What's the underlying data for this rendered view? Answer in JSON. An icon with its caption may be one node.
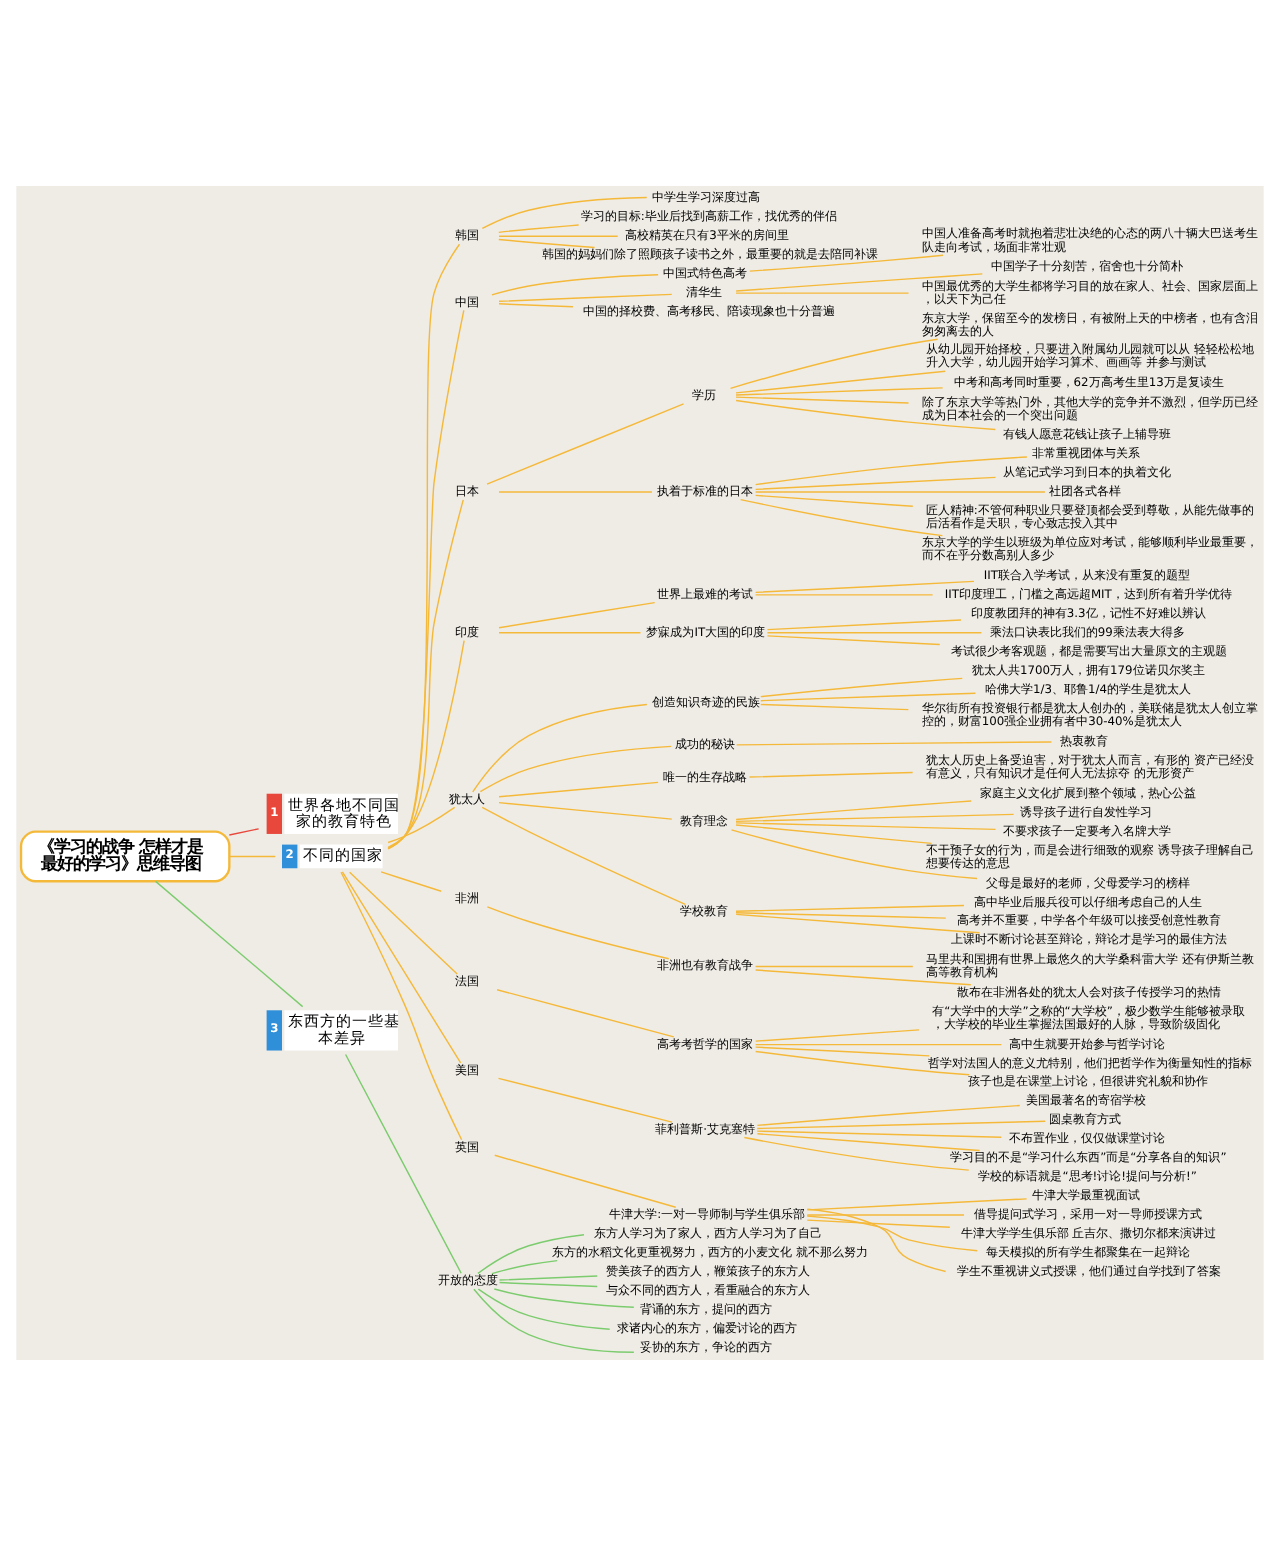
{
  "diagram": {
    "nodes": [
      {
        "text": [
          "《学习的战争 怎样才是最好的学习》思维导图"
        ]
      },
      {
        "text": [
          "1",
          "世界各地不同国家的教育特色"
        ]
      },
      {
        "text": [
          "2",
          "不同的国家"
        ]
      },
      {
        "text": [
          "韩国"
        ]
      },
      {
        "text": [
          "中学生学习深度过高"
        ]
      },
      {
        "text": [
          "学习的目标:毕业后找到高薪工作，找优秀的伴侣"
        ]
      },
      {
        "text": [
          "高校精英在只有3平米的房间里"
        ]
      },
      {
        "text": [
          "韩国的妈妈们除了照顾孩子读书之外，最重要的就是去陪同补课"
        ]
      },
      {
        "text": [
          "中国"
        ]
      },
      {
        "text": [
          "中国式特色高考"
        ]
      },
      {
        "text": [
          "中国人准备高考时就抱着悲壮决绝的心态的两八十辆大巴送考生队走向考试，场面非常壮观"
        ]
      },
      {
        "text": [
          "清华生"
        ]
      },
      {
        "text": [
          "中国学子十分刻苦，宿舍也十分简朴"
        ]
      },
      {
        "text": [
          "中国最优秀的大学生都将学习目的放在家人、社会、国家层面上，以天下为己任"
        ]
      },
      {
        "text": [
          "中国的择校费、高考移民、陪读现象也十分普遍"
        ]
      },
      {
        "text": [
          "日本"
        ]
      },
      {
        "text": [
          "学历"
        ]
      },
      {
        "text": [
          "东京大学，保留至今的发榜日，有被附上天的中榜者，也有含泪匆匆离去的人"
        ]
      },
      {
        "text": [
          "从幼儿园开始择校，只要进入附属幼儿园就可以从 轻轻松松地升入大学，幼儿园开始学习算术、画画等 并参与测试"
        ]
      },
      {
        "text": [
          "中考和高考同时重要，62万高考生里13万是复读生"
        ]
      },
      {
        "text": [
          "除了东京大学等热门外，其他大学的竞争并不激烈，但学历已经成为日本社会的一个突出问题"
        ]
      },
      {
        "text": [
          "有钱人愿意花钱让孩子上辅导班"
        ]
      },
      {
        "text": [
          "执着于标准的日本"
        ]
      },
      {
        "text": [
          "非常重视团体与关系"
        ]
      },
      {
        "text": [
          "从笔记式学习到日本的执着文化"
        ]
      },
      {
        "text": [
          "社团各式各样"
        ]
      },
      {
        "text": [
          "匠人精神:不管何种职业只要登顶都会受到尊敬，从能先做事的后活看作是天职，专心致志投入其中"
        ]
      },
      {
        "text": [
          "东京大学的学生以班级为单位应对考试，能够顺利毕业最重要，而不在乎分数高别人多少"
        ]
      },
      {
        "text": [
          "印度"
        ]
      },
      {
        "text": [
          "世界上最难的考试"
        ]
      },
      {
        "text": [
          "IIT联合入学考试，从来没有重复的题型"
        ]
      },
      {
        "text": [
          "IIT印度理工，门槛之高远超MIT，达到所有着升学优待"
        ]
      },
      {
        "text": [
          "梦寐成为IT大国的印度"
        ]
      },
      {
        "text": [
          "印度教团拜的神有3.3亿，记性不好难以辨认"
        ]
      },
      {
        "text": [
          "乘法口诀表比我们的99乘法表大得多"
        ]
      },
      {
        "text": [
          "考试很少考客观题，都是需要写出大量原文的主观题"
        ]
      },
      {
        "text": [
          "犹太人"
        ]
      },
      {
        "text": [
          "创造知识奇迹的民族"
        ]
      },
      {
        "text": [
          "犹太人共1700万人，拥有179位诺贝尔奖主"
        ]
      },
      {
        "text": [
          "哈佛大学1/3、耶鲁1/4的学生是犹太人"
        ]
      },
      {
        "text": [
          "华尔街所有投资银行都是犹太人创办的，美联储是犹太人创立掌控的，财富100强企业拥有者中30-40%是犹太人"
        ]
      },
      {
        "text": [
          "成功的秘诀"
        ]
      },
      {
        "text": [
          "热衷教育"
        ]
      },
      {
        "text": [
          "唯一的生存战略"
        ]
      },
      {
        "text": [
          "犹太人历史上备受迫害，对于犹太人而言，有形的 资产已经没有意义，只有知识才是任何人无法掠夺 的无形资产"
        ]
      },
      {
        "text": [
          "教育理念"
        ]
      },
      {
        "text": [
          "家庭主义文化扩展到整个领域，热心公益"
        ]
      },
      {
        "text": [
          "诱导孩子进行自发性学习"
        ]
      },
      {
        "text": [
          "不要求孩子一定要考入名牌大学"
        ]
      },
      {
        "text": [
          "不干预子女的行为，而是会进行细致的观察 诱导孩子理解自己想要传达的意思"
        ]
      },
      {
        "text": [
          "父母是最好的老师，父母爱学习的榜样"
        ]
      },
      {
        "text": [
          "学校教育"
        ]
      },
      {
        "text": [
          "高中毕业后服兵役可以仔细考虑自己的人生"
        ]
      },
      {
        "text": [
          "高考并不重要，中学各个年级可以接受创意性教育"
        ]
      },
      {
        "text": [
          "上课时不断讨论甚至辩论，辩论才是学习的最佳方法"
        ]
      },
      {
        "text": [
          "非洲"
        ]
      },
      {
        "text": [
          "非洲也有教育战争"
        ]
      },
      {
        "text": [
          "马里共和国拥有世界上最悠久的大学桑科雷大学 还有伊斯兰教高等教育机构"
        ]
      },
      {
        "text": [
          "散布在非洲各处的犹太人会对孩子传授学习的热情"
        ]
      },
      {
        "text": [
          "法国"
        ]
      },
      {
        "text": [
          "高考考哲学的国家"
        ]
      },
      {
        "text": [
          "有“大学中的大学”之称的“大学校”，极少数学生能够被录取，大学校的毕业生掌握法国最好的人脉，导致阶级固化"
        ]
      },
      {
        "text": [
          "高中生就要开始参与哲学讨论"
        ]
      },
      {
        "text": [
          "哲学对法国人的意义尤特别，他们把哲学作为衡量知性的指标"
        ]
      },
      {
        "text": [
          "孩子也是在课堂上讨论，但很讲究礼貌和协作"
        ]
      },
      {
        "text": [
          "美国"
        ]
      },
      {
        "text": [
          "菲利普斯·艾克塞特"
        ]
      },
      {
        "text": [
          "美国最著名的寄宿学校"
        ]
      },
      {
        "text": [
          "圆桌教育方式"
        ]
      },
      {
        "text": [
          "不布置作业，仅仅做课堂讨论"
        ]
      },
      {
        "text": [
          "学习目的不是“学习什么东西”而是“分享各自的知识”"
        ]
      },
      {
        "text": [
          "学校的标语就是“思考!讨论!提问与分析!”"
        ]
      },
      {
        "text": [
          "英国"
        ]
      },
      {
        "text": [
          "牛津大学:一对一导师制与学生俱乐部"
        ]
      },
      {
        "text": [
          "牛津大学最重视面试"
        ]
      },
      {
        "text": [
          "借导提问式学习，采用一对一导师授课方式"
        ]
      },
      {
        "text": [
          "牛津大学学生俱乐部 丘吉尔、撒切尔都来演讲过"
        ]
      },
      {
        "text": [
          "每天模拟的所有学生都聚集在一起辩论"
        ]
      },
      {
        "text": [
          "学生不重视讲义式授课，他们通过自学找到了答案"
        ]
      },
      {
        "text": [
          "3",
          "东西方的一些基本差异"
        ]
      },
      {
        "text": [
          "开放的态度"
        ]
      },
      {
        "text": [
          "东方人学习为了家人，西方人学习为了自己"
        ]
      },
      {
        "text": [
          "东方的水稻文化更重视努力，西方的小麦文化 就不那么努力"
        ]
      },
      {
        "text": [
          "赞美孩子的西方人，鞭策孩子的东方人"
        ]
      },
      {
        "text": [
          "与众不同的西方人，看重融合的东方人"
        ]
      },
      {
        "text": [
          "背诵的东方，提问的西方"
        ]
      },
      {
        "text": [
          "求诸内心的东方，偏爱讨论的西方"
        ]
      },
      {
        "text": [
          "妥协的东方，争论的西方"
        ]
      }
    ],
    "edges": [
      {
        "from": 0,
        "to": 1,
        "arrow": "none",
        "color": "#e8473c"
      },
      {
        "from": 0,
        "to": 2,
        "arrow": "none"
      },
      {
        "from": 2,
        "to": 3,
        "arrow": "none"
      },
      {
        "from": 3,
        "to": 4,
        "arrow": "none"
      },
      {
        "from": 3,
        "to": 5,
        "arrow": "none"
      },
      {
        "from": 3,
        "to": 6,
        "arrow": "none"
      },
      {
        "from": 3,
        "to": 7,
        "arrow": "none"
      },
      {
        "from": 2,
        "to": 8,
        "arrow": "none"
      },
      {
        "from": 8,
        "to": 9,
        "arrow": "none"
      },
      {
        "from": 9,
        "to": 10,
        "arrow": "none"
      },
      {
        "from": 8,
        "to": 11,
        "arrow": "none"
      },
      {
        "from": 11,
        "to": 12,
        "arrow": "none"
      },
      {
        "from": 11,
        "to": 13,
        "arrow": "none"
      },
      {
        "from": 8,
        "to": 14,
        "arrow": "none"
      },
      {
        "from": 2,
        "to": 15,
        "arrow": "none"
      },
      {
        "from": 15,
        "to": 16,
        "arrow": "none"
      },
      {
        "from": 16,
        "to": 17,
        "arrow": "none"
      },
      {
        "from": 16,
        "to": 18,
        "arrow": "none"
      },
      {
        "from": 16,
        "to": 19,
        "arrow": "none"
      },
      {
        "from": 16,
        "to": 20,
        "arrow": "none"
      },
      {
        "from": 16,
        "to": 21,
        "arrow": "none"
      },
      {
        "from": 15,
        "to": 22,
        "arrow": "none"
      },
      {
        "from": 22,
        "to": 23,
        "arrow": "none"
      },
      {
        "from": 22,
        "to": 24,
        "arrow": "none"
      },
      {
        "from": 22,
        "to": 25,
        "arrow": "none"
      },
      {
        "from": 22,
        "to": 26,
        "arrow": "none"
      },
      {
        "from": 22,
        "to": 27,
        "arrow": "none"
      },
      {
        "from": 2,
        "to": 28,
        "arrow": "none"
      },
      {
        "from": 28,
        "to": 29,
        "arrow": "none"
      },
      {
        "from": 29,
        "to": 30,
        "arrow": "none"
      },
      {
        "from": 29,
        "to": 31,
        "arrow": "none"
      },
      {
        "from": 28,
        "to": 32,
        "arrow": "none"
      },
      {
        "from": 32,
        "to": 33,
        "arrow": "none"
      },
      {
        "from": 32,
        "to": 34,
        "arrow": "none"
      },
      {
        "from": 32,
        "to": 35,
        "arrow": "none"
      },
      {
        "from": 2,
        "to": 36,
        "arrow": "none"
      },
      {
        "from": 36,
        "to": 37,
        "arrow": "none"
      },
      {
        "from": 37,
        "to": 38,
        "arrow": "none"
      },
      {
        "from": 37,
        "to": 39,
        "arrow": "none"
      },
      {
        "from": 37,
        "to": 40,
        "arrow": "none"
      },
      {
        "from": 36,
        "to": 41,
        "arrow": "none"
      },
      {
        "from": 41,
        "to": 42,
        "arrow": "none"
      },
      {
        "from": 36,
        "to": 43,
        "arrow": "none"
      },
      {
        "from": 43,
        "to": 44,
        "arrow": "none"
      },
      {
        "from": 36,
        "to": 45,
        "arrow": "none"
      },
      {
        "from": 45,
        "to": 46,
        "arrow": "none"
      },
      {
        "from": 45,
        "to": 47,
        "arrow": "none"
      },
      {
        "from": 45,
        "to": 48,
        "arrow": "none"
      },
      {
        "from": 45,
        "to": 49,
        "arrow": "none"
      },
      {
        "from": 45,
        "to": 50,
        "arrow": "none"
      },
      {
        "from": 36,
        "to": 51,
        "arrow": "none"
      },
      {
        "from": 51,
        "to": 52,
        "arrow": "none"
      },
      {
        "from": 51,
        "to": 53,
        "arrow": "none"
      },
      {
        "from": 51,
        "to": 54,
        "arrow": "none"
      },
      {
        "from": 2,
        "to": 55,
        "arrow": "none"
      },
      {
        "from": 55,
        "to": 56,
        "arrow": "none"
      },
      {
        "from": 56,
        "to": 57,
        "arrow": "none"
      },
      {
        "from": 56,
        "to": 58,
        "arrow": "none"
      },
      {
        "from": 2,
        "to": 59,
        "arrow": "none"
      },
      {
        "from": 59,
        "to": 60,
        "arrow": "none"
      },
      {
        "from": 60,
        "to": 61,
        "arrow": "none"
      },
      {
        "from": 60,
        "to": 62,
        "arrow": "none"
      },
      {
        "from": 60,
        "to": 63,
        "arrow": "none"
      },
      {
        "from": 60,
        "to": 64,
        "arrow": "none"
      },
      {
        "from": 2,
        "to": 65,
        "arrow": "none"
      },
      {
        "from": 65,
        "to": 66,
        "arrow": "none"
      },
      {
        "from": 66,
        "to": 67,
        "arrow": "none"
      },
      {
        "from": 66,
        "to": 68,
        "arrow": "none"
      },
      {
        "from": 66,
        "to": 69,
        "arrow": "none"
      },
      {
        "from": 66,
        "to": 70,
        "arrow": "none"
      },
      {
        "from": 66,
        "to": 71,
        "arrow": "none"
      },
      {
        "from": 2,
        "to": 72,
        "arrow": "none"
      },
      {
        "from": 72,
        "to": 73,
        "arrow": "none"
      },
      {
        "from": 73,
        "to": 74,
        "arrow": "none"
      },
      {
        "from": 73,
        "to": 75,
        "arrow": "none"
      },
      {
        "from": 73,
        "to": 76,
        "arrow": "none"
      },
      {
        "from": 73,
        "to": 77,
        "arrow": "none"
      },
      {
        "from": 73,
        "to": 78,
        "arrow": "none"
      },
      {
        "from": 0,
        "to": 79,
        "arrow": "none",
        "color": "#7ccc6e"
      },
      {
        "from": 79,
        "to": 80,
        "arrow": "none",
        "color": "#7ccc6e"
      },
      {
        "from": 80,
        "to": 81,
        "arrow": "none",
        "color": "#7ccc6e"
      },
      {
        "from": 80,
        "to": 82,
        "arrow": "none",
        "color": "#7ccc6e"
      },
      {
        "from": 80,
        "to": 83,
        "arrow": "none",
        "color": "#7ccc6e"
      },
      {
        "from": 80,
        "to": 84,
        "arrow": "none",
        "color": "#7ccc6e"
      },
      {
        "from": 80,
        "to": 85,
        "arrow": "none",
        "color": "#7ccc6e"
      },
      {
        "from": 80,
        "to": 86,
        "arrow": "none",
        "color": "#7ccc6e"
      },
      {
        "from": 80,
        "to": 87,
        "arrow": "none",
        "color": "#7ccc6e"
      }
    ]
  }
}
